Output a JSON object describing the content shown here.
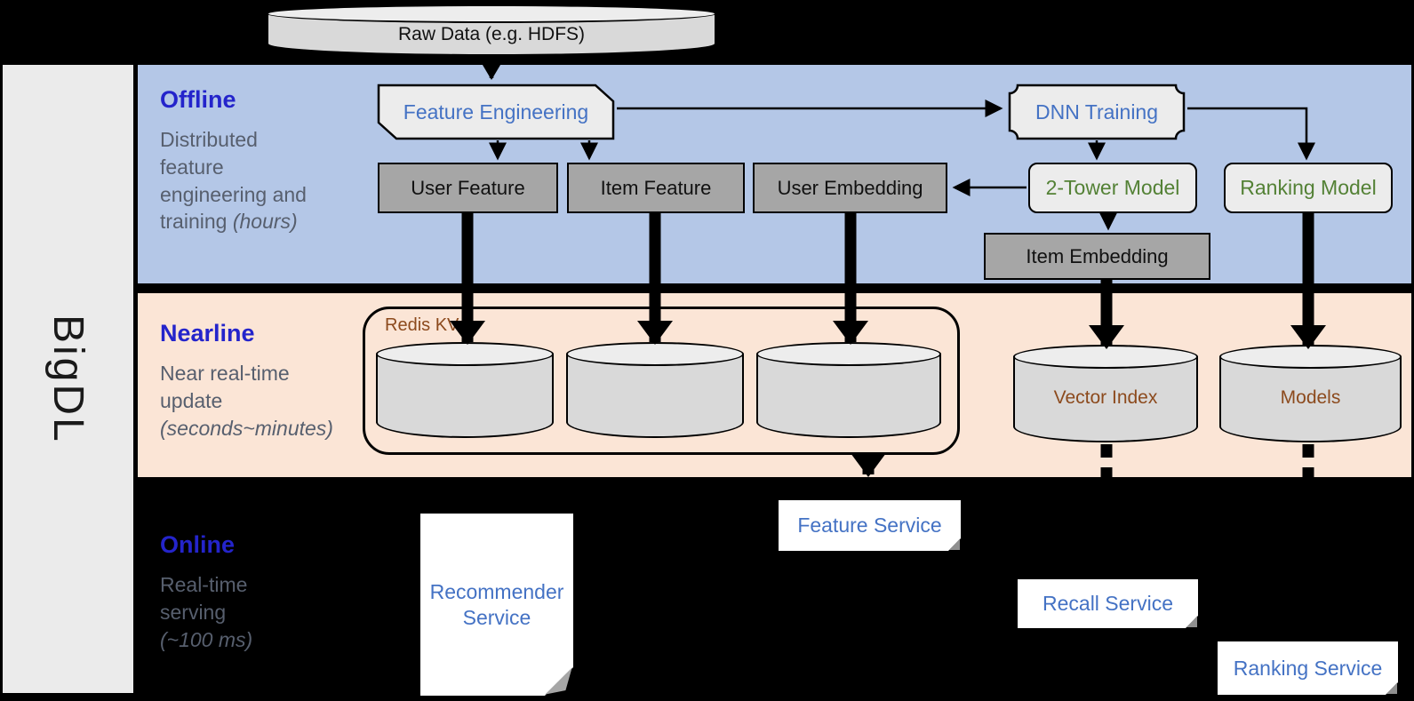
{
  "brand": {
    "title": "BigDL"
  },
  "sections": {
    "offline": {
      "label": "Offline",
      "desc": "Distributed\nfeature\nengineering and\ntraining ",
      "note": "(hours)"
    },
    "nearline": {
      "label": "Nearline",
      "desc": "Near real-time\nupdate\n",
      "note": "(seconds~minutes)"
    },
    "online": {
      "label": "Online",
      "desc": "Real-time\nserving\n",
      "note": "(~100 ms)"
    }
  },
  "nodes": {
    "raw_data": {
      "label": "Raw Data (e.g. HDFS)"
    },
    "feature_engineering": {
      "label": "Feature Engineering"
    },
    "dnn_training": {
      "label": "DNN Training"
    },
    "user_feature": {
      "label": "User Feature"
    },
    "item_feature": {
      "label": "Item Feature"
    },
    "user_embedding": {
      "label": "User Embedding"
    },
    "two_tower_model": {
      "label": "2-Tower Model"
    },
    "ranking_model": {
      "label": "Ranking Model"
    },
    "item_embedding": {
      "label": "Item Embedding"
    },
    "redis_kv": {
      "label": "Redis KV"
    },
    "vector_index": {
      "label": "Vector Index"
    },
    "models": {
      "label": "Models"
    },
    "recommender_service": {
      "label": "Recommender Service"
    },
    "feature_service": {
      "label": "Feature Service"
    },
    "recall_service": {
      "label": "Recall Service"
    },
    "ranking_service": {
      "label": "Ranking Service"
    }
  },
  "colors": {
    "background": "#000000",
    "offline_band": "#b4c7e7",
    "nearline_band": "#fbe5d6",
    "sidebar_gray": "#ebebeb",
    "section_label_blue": "#2424cb",
    "desc_gray": "#575f6e",
    "accent_blue": "#4472c4",
    "accent_green": "#538135",
    "accent_brown": "#8c4a1d",
    "box_gray": "#a6a6a6",
    "shape_gray": "#ececec",
    "cylinder_gray": "#d9d9d9"
  }
}
